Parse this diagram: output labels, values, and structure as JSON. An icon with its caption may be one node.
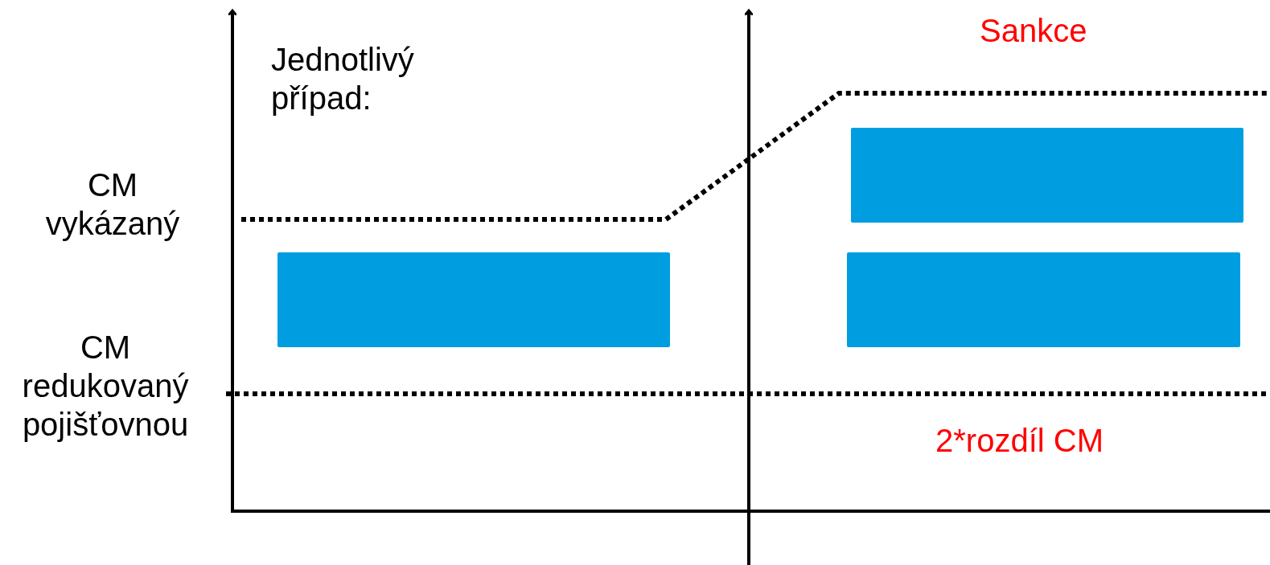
{
  "diagram": {
    "nodes": [
      {
        "text": [],
        "shape": "bar"
      },
      {
        "text": [],
        "shape": "bar"
      },
      {
        "text": [],
        "shape": "bar"
      }
    ],
    "labels": [
      "Sankce",
      "Jednotlivý případ:",
      "CM vykázaný",
      "CM redukovaný pojišťovnou",
      "2*rozdíl CM"
    ]
  }
}
